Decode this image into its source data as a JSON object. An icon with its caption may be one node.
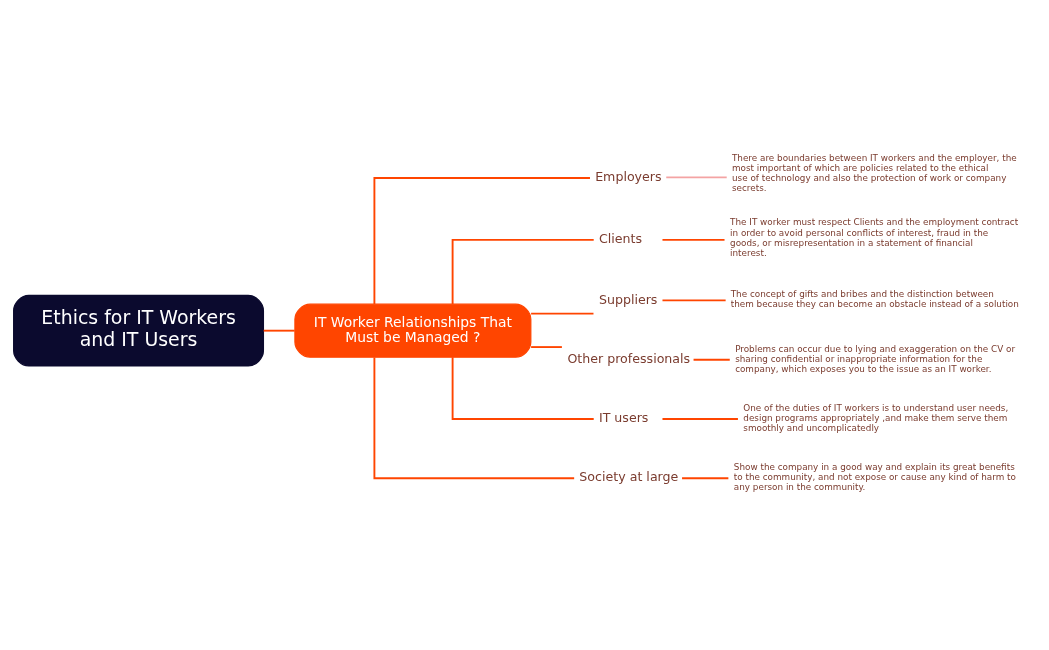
{
  "diagram": {
    "nodes": [
      {
        "text": [
          "Ethics for IT Workers and IT Users"
        ]
      },
      {
        "text": [
          "IT Worker Relationships That Must be Managed ?"
        ]
      },
      {
        "text": [
          "Employers"
        ]
      },
      {
        "text": [
          "There are boundaries between IT workers and the employer, the most important of which are policies related to the ethical use of technology and also the protection of work or company secrets."
        ]
      },
      {
        "text": [
          "Clients"
        ]
      },
      {
        "text": [
          "The IT worker must respect Clients and the employment contract in order to avoid personal conflicts of interest, fraud in the goods, or misrepresentation in a statement of financial interest."
        ]
      },
      {
        "text": [
          "Suppliers"
        ]
      },
      {
        "text": [
          "The concept of gifts and bribes and the distinction between them because they can become an obstacle instead of a solution"
        ]
      },
      {
        "text": [
          "Other professionals"
        ]
      },
      {
        "text": [
          "Problems can occur due to lying and exaggeration on the CV or sharing confidential or inappropriate information for the company, which exposes you to the issue as an IT worker."
        ]
      },
      {
        "text": [
          "IT users"
        ]
      },
      {
        "text": [
          "One of the duties of IT workers is to understand user needs, design programs appropriately ,and make them serve them smoothly and uncomplicatedly"
        ]
      },
      {
        "text": [
          "Society at large"
        ]
      },
      {
        "text": [
          "Show the company in a good way and explain its great benefits to the community, and not expose or cause any kind of harm to any person in the community."
        ]
      }
    ],
    "edges": [
      {
        "from": 0,
        "to": 1,
        "arrow": "none"
      },
      {
        "from": 1,
        "to": 2,
        "arrow": "none"
      },
      {
        "from": 2,
        "to": 3,
        "arrow": "none",
        "color": "#f4a3a3"
      },
      {
        "from": 1,
        "to": 4,
        "arrow": "none"
      },
      {
        "from": 4,
        "to": 5,
        "arrow": "none"
      },
      {
        "from": 1,
        "to": 6,
        "arrow": "none"
      },
      {
        "from": 6,
        "to": 7,
        "arrow": "none"
      },
      {
        "from": 1,
        "to": 8,
        "arrow": "none"
      },
      {
        "from": 8,
        "to": 9,
        "arrow": "none"
      },
      {
        "from": 1,
        "to": 10,
        "arrow": "none"
      },
      {
        "from": 10,
        "to": 11,
        "arrow": "none"
      },
      {
        "from": 1,
        "to": 12,
        "arrow": "none"
      },
      {
        "from": 12,
        "to": 13,
        "arrow": "none"
      }
    ]
  }
}
